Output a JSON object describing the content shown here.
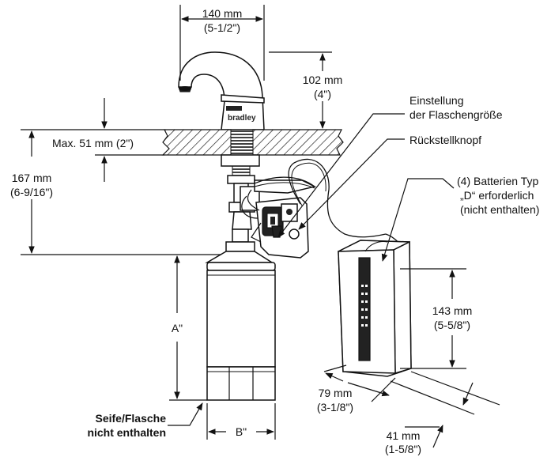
{
  "dimensions": {
    "width_top": [
      "140 mm",
      "(5-1/2\")"
    ],
    "spout_height": [
      "102 mm",
      "(4\")"
    ],
    "max_deck": "Max. 51 mm (2\")",
    "under_deck": [
      "167 mm",
      "(6-9/16\")"
    ],
    "bottle_height": "A\"",
    "bottle_width": "B\"",
    "box_height": [
      "143 mm",
      "(5-5/8\")"
    ],
    "box_width": [
      "79 mm",
      "(3-1/8\")"
    ],
    "box_depth": [
      "41 mm",
      "(1-5/8\")"
    ]
  },
  "callouts": {
    "bottle_size": [
      "Einstellung",
      "der Flaschengröße"
    ],
    "reset_button": "Rückstellknopf",
    "batteries": [
      "(4) Batterien Typ",
      "„D“ erforderlich",
      "(nicht enthalten)"
    ],
    "soap_not_included": [
      "Seife/Flasche",
      "nicht enthalten"
    ]
  },
  "logo_text": "bradley"
}
